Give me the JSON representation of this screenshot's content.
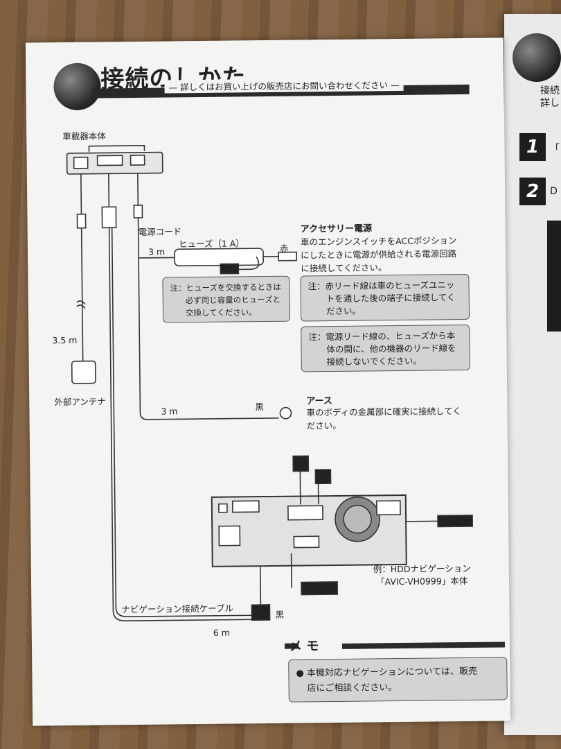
{
  "header": {
    "title": "接続のしかた",
    "subtitle": "— 詳しくはお買い上げの販売店にお問い合わせください —"
  },
  "diagram": {
    "main_unit": "車載器本体",
    "power_cord": "電源コード",
    "fuse": "ヒューズ（1 A）",
    "red": "赤",
    "length_power": "3 m",
    "length_antenna": "3.5 m",
    "external_antenna": "外部アンテナ",
    "length_ground": "3 m",
    "black_ground": "黒",
    "nav_cable": "ナビゲーション接続ケーブル",
    "black_nav": "黒",
    "length_nav": "6 m",
    "example_line1": "例：HDDナビゲーション",
    "example_line2": "「AVIC-VH0999」本体"
  },
  "accessory": {
    "heading": "アクセサリー電源",
    "desc_lines": [
      "車のエンジンスイッチをACCポジション",
      "にしたときに電源が供給される電源回路",
      "に接続してください。"
    ]
  },
  "ground": {
    "heading": "アース",
    "desc_lines": [
      "車のボディの金属部に確実に接続してく",
      "ださい。"
    ]
  },
  "notes": {
    "fuse_note": [
      "注：ヒューズを交換するときは",
      "必ず同じ容量のヒューズと",
      "交換してください。"
    ],
    "red_lead_note": [
      "注：赤リード線は車のヒューズユニッ",
      "トを通した後の端子に接続してく",
      "ださい。"
    ],
    "power_lead_note": [
      "注：電源リード線の、ヒューズから本",
      "体の間に、他の機器のリード線を",
      "接続しないでください。"
    ]
  },
  "memo": {
    "heading": "メ モ",
    "lines": [
      "● 本機対応ナビゲーションについては、販売",
      "店にご相談ください。"
    ]
  },
  "right_page": {
    "text_line1": "接続",
    "text_line2": "詳し",
    "step1": "1",
    "step2": "2",
    "step1_text": "「",
    "step2_text": "D"
  },
  "colors": {
    "paper": "#f4f4f2",
    "note_fill": "#d3d3d3",
    "ink": "#222222"
  }
}
